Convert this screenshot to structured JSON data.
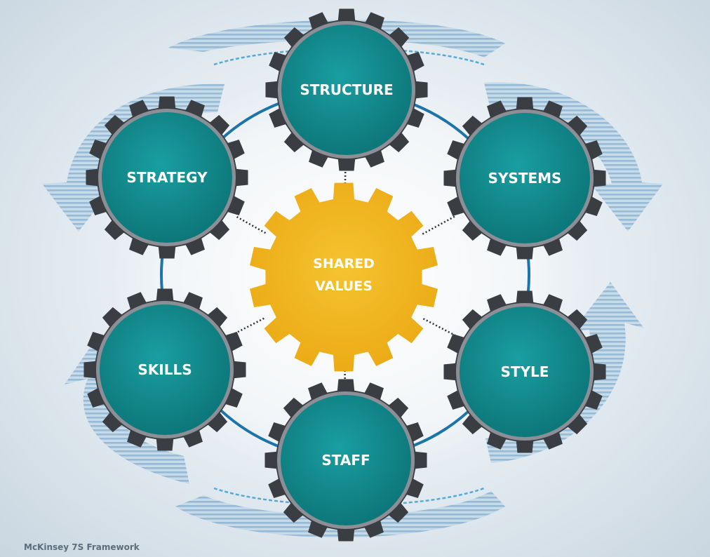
{
  "diagram": {
    "gears": [
      {
        "id": "structure",
        "label": "STRUCTURE"
      },
      {
        "id": "systems",
        "label": "SYSTEMS"
      },
      {
        "id": "style",
        "label": "STYLE"
      },
      {
        "id": "staff",
        "label": "STAFF"
      },
      {
        "id": "skills",
        "label": "SKILLS"
      },
      {
        "id": "strategy",
        "label": "STRATEGY"
      }
    ],
    "center": {
      "line1": "SHARED",
      "line2": "VALUES"
    },
    "footer": "McKinsey 7S Framework"
  },
  "colors": {
    "teal_gear": "#128a8d",
    "gear_rim": "#3a3d42",
    "center_gear": "#f1b51c",
    "connector_ring": "#1d74a8",
    "arrow_stripes": "#8fb6d3"
  }
}
